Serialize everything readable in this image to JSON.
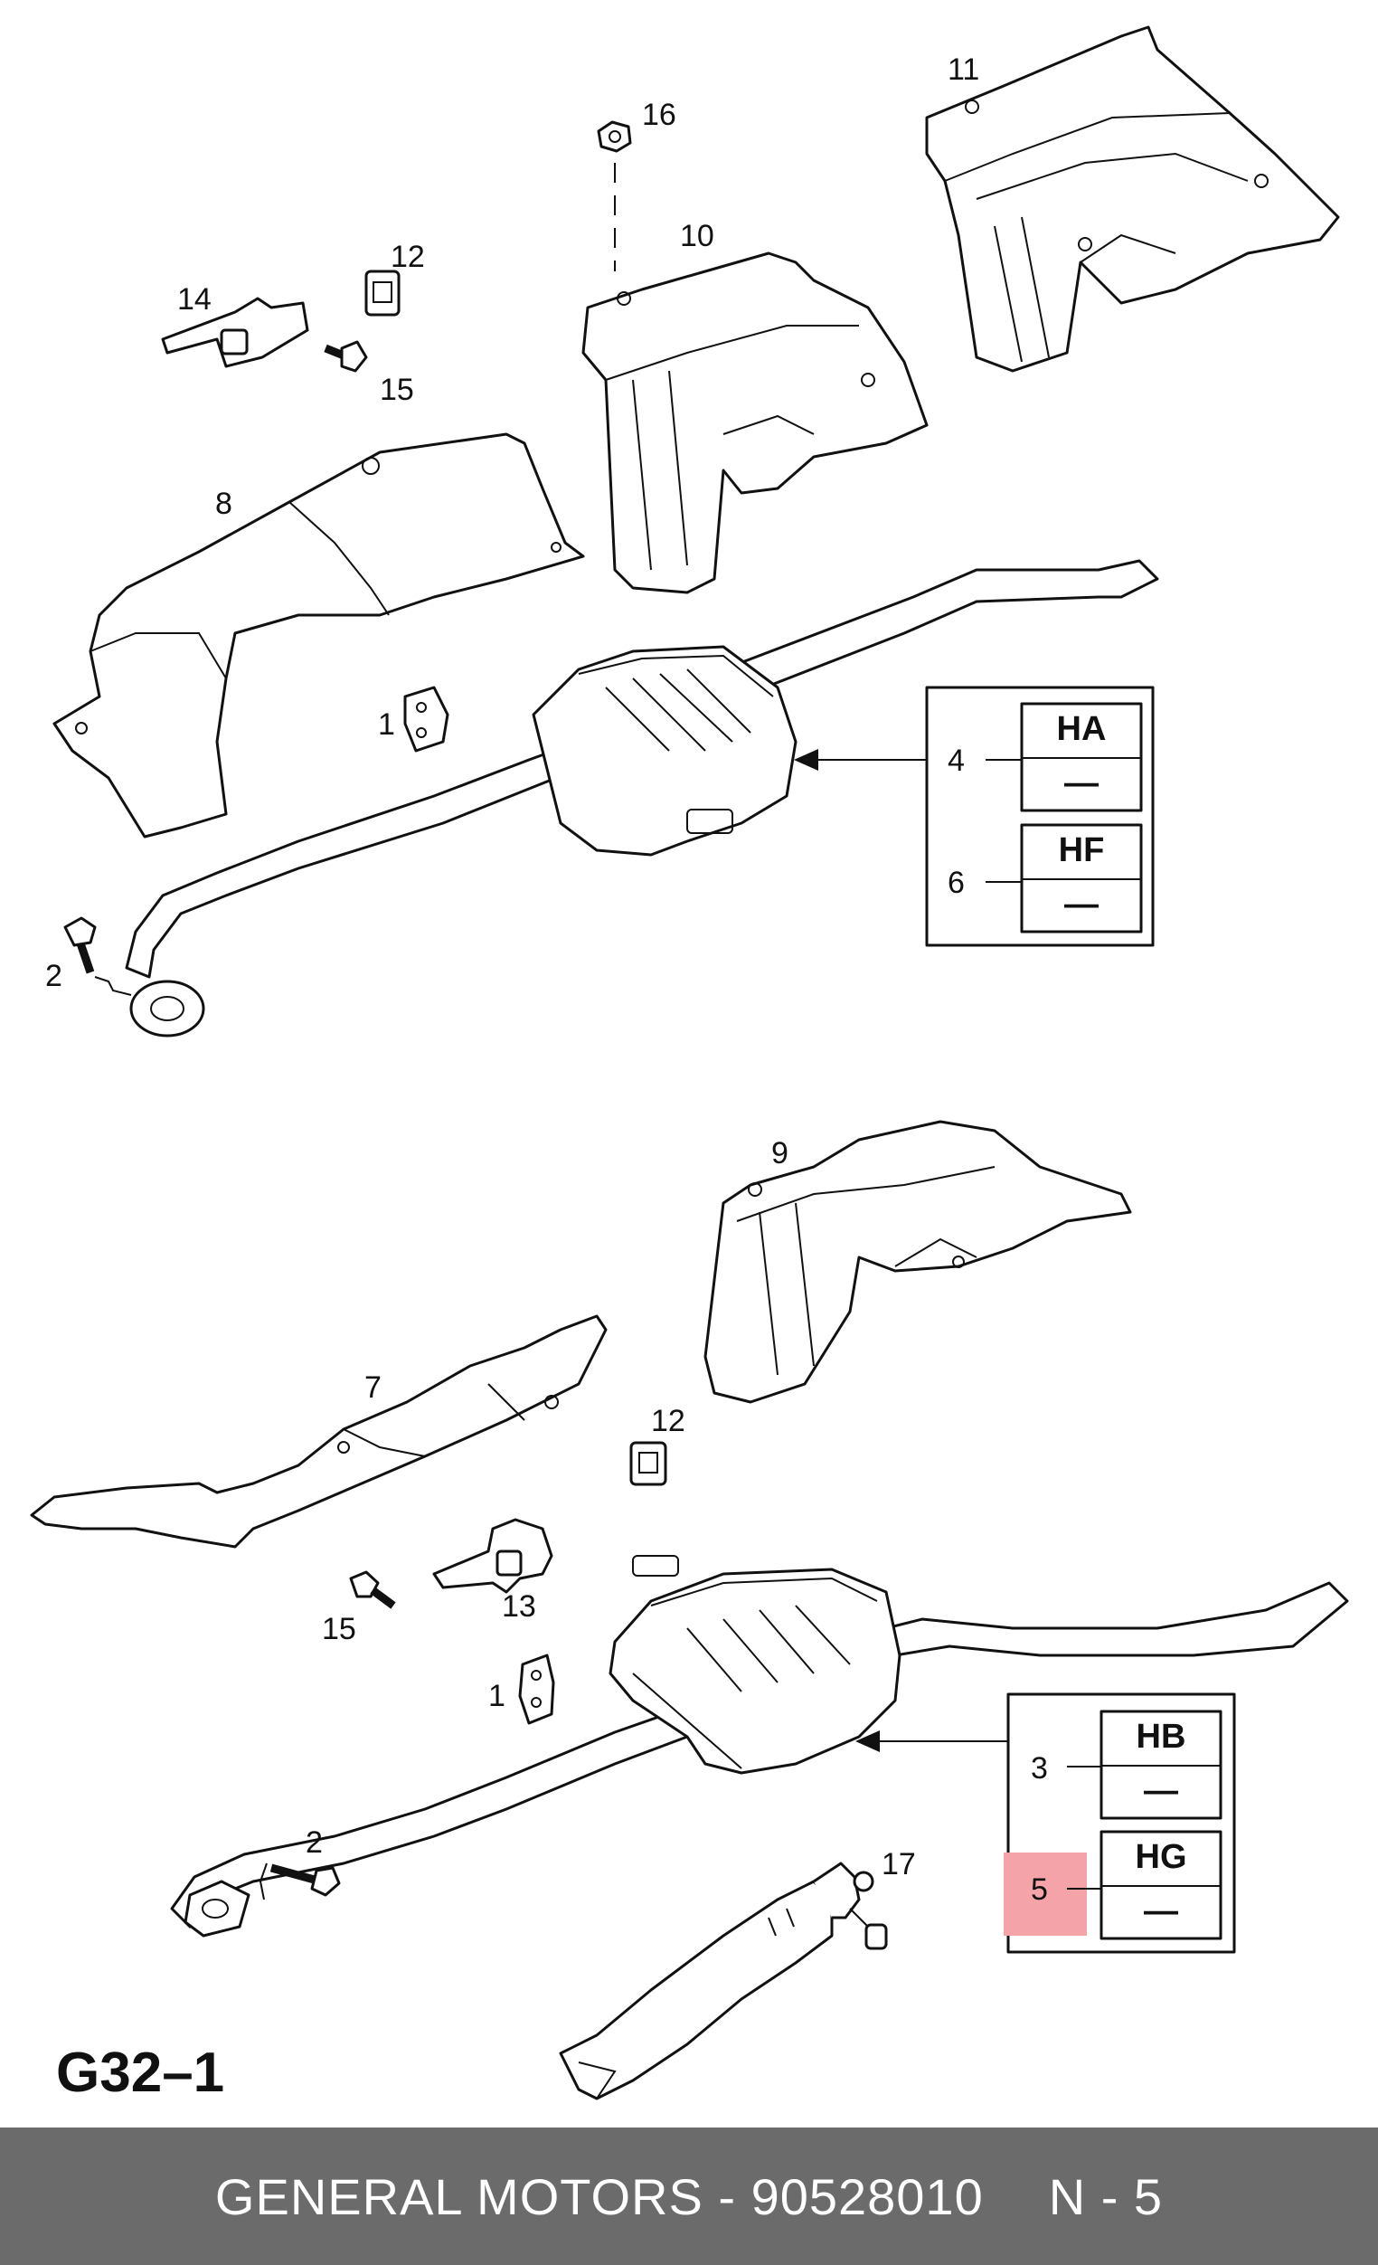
{
  "figure_id": "G32–1",
  "callouts": {
    "c1a": "1",
    "c1b": "1",
    "c2a": "2",
    "c2b": "2",
    "c3": "3",
    "c4": "4",
    "c5": "5",
    "c6": "6",
    "c7": "7",
    "c8": "8",
    "c9": "9",
    "c10": "10",
    "c11": "11",
    "c12a": "12",
    "c12b": "12",
    "c13": "13",
    "c14": "14",
    "c15a": "15",
    "c15b": "15",
    "c16": "16",
    "c17": "17"
  },
  "code_boxes": [
    {
      "code": "HA",
      "value": "—"
    },
    {
      "code": "HF",
      "value": "—"
    },
    {
      "code": "HB",
      "value": "—"
    },
    {
      "code": "HG",
      "value": "—"
    }
  ],
  "highlight_color": "#f4a3a8",
  "footer": {
    "brand": "GENERAL MOTORS - 90528010",
    "page": "N - 5"
  }
}
